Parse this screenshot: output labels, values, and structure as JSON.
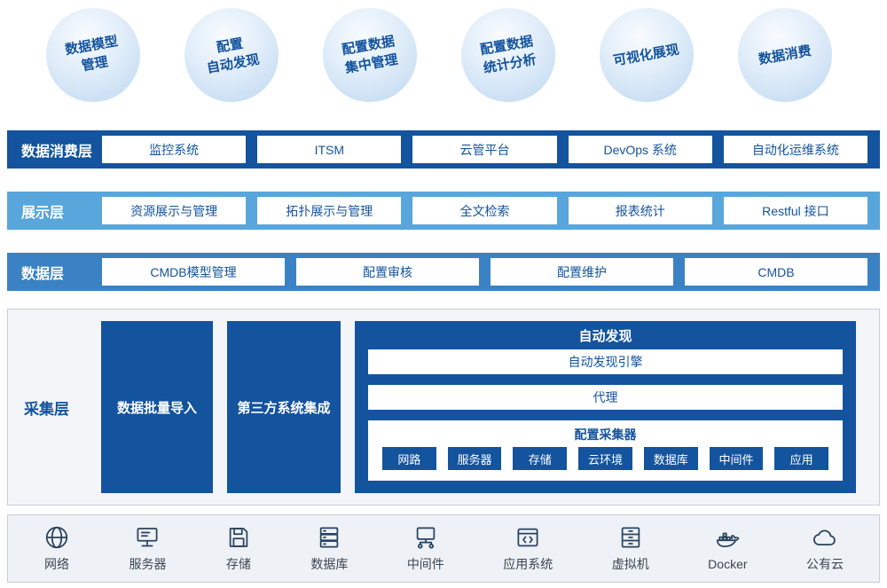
{
  "bubbles": [
    {
      "label": "数据模型\n管理"
    },
    {
      "label": "配置\n自动发现"
    },
    {
      "label": "配置数据\n集中管理"
    },
    {
      "label": "配置数据\n统计分析"
    },
    {
      "label": "可视化展现"
    },
    {
      "label": "数据消费"
    }
  ],
  "layers": [
    {
      "name": "数据消费层",
      "items": [
        "监控系统",
        "ITSM",
        "云管平台",
        "DevOps 系统",
        "自动化运维系统"
      ]
    },
    {
      "name": "展示层",
      "items": [
        "资源展示与管理",
        "拓扑展示与管理",
        "全文检索",
        "报表统计",
        "Restful 接口"
      ]
    },
    {
      "name": "数据层",
      "items": [
        "CMDB模型管理",
        "配置审核",
        "配置维护",
        "CMDB"
      ]
    }
  ],
  "collection": {
    "name": "采集层",
    "blocks": [
      "数据批量导入",
      "第三方系统集成"
    ],
    "auto_discovery": {
      "title": "自动发现",
      "rows": [
        "自动发现引擎",
        "代理"
      ],
      "collector": {
        "title": "配置采集器",
        "items": [
          "网路",
          "服务器",
          "存储",
          "云环境",
          "数据库",
          "中间件",
          "应用"
        ]
      }
    }
  },
  "infrastructure": [
    {
      "label": "网络",
      "icon": "globe-icon"
    },
    {
      "label": "服务器",
      "icon": "server-icon"
    },
    {
      "label": "存储",
      "icon": "storage-icon"
    },
    {
      "label": "数据库",
      "icon": "database-icon"
    },
    {
      "label": "中间件",
      "icon": "middleware-icon"
    },
    {
      "label": "应用系统",
      "icon": "application-icon"
    },
    {
      "label": "虚拟机",
      "icon": "virtual-machine-icon"
    },
    {
      "label": "Docker",
      "icon": "docker-whale-icon"
    },
    {
      "label": "公有云",
      "icon": "cloud-icon"
    }
  ],
  "colors": {
    "primary_blue": "#14539e",
    "light_blue": "#58a6db",
    "medium_blue": "#3b82c4",
    "panel_gray": "#f3f5f9"
  }
}
